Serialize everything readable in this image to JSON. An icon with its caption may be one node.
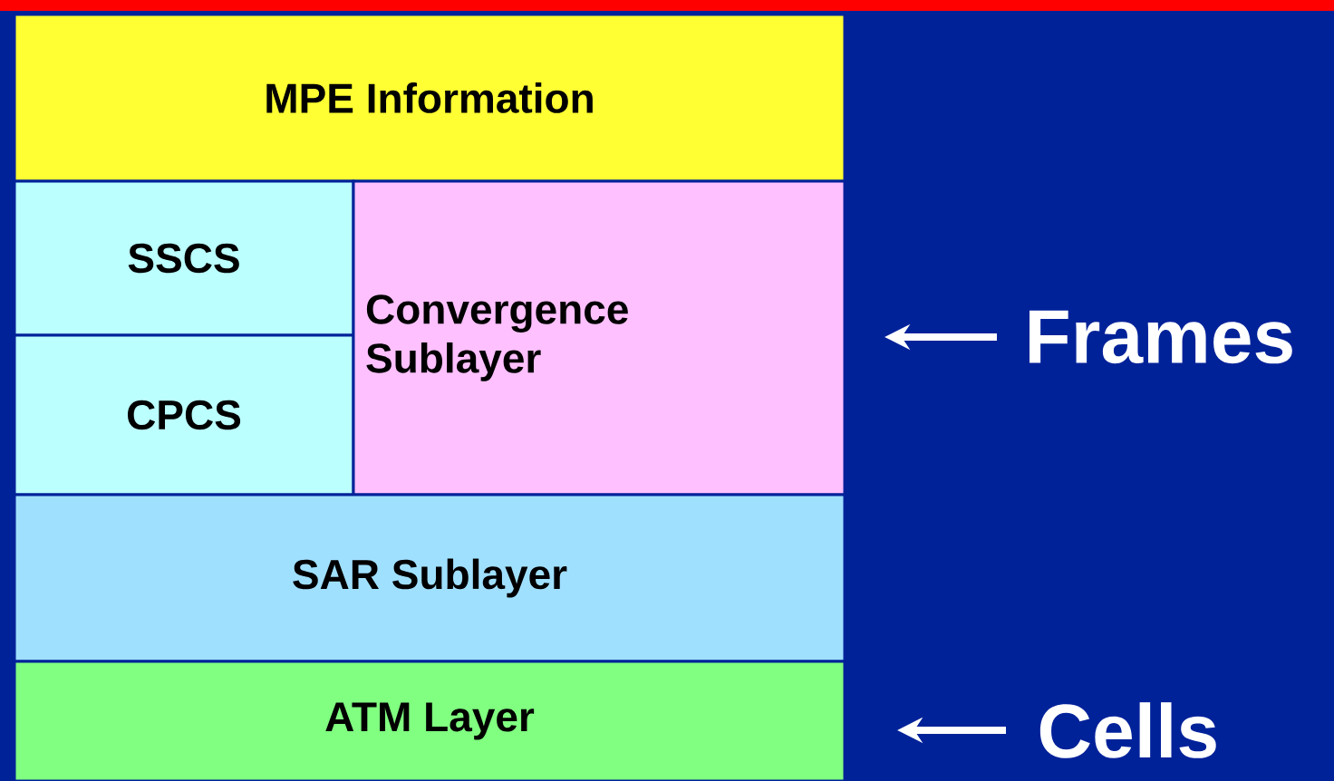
{
  "diagram": {
    "nodes": [
      {
        "text": [
          "MPE Information"
        ]
      },
      {
        "text": [
          "SSCS"
        ]
      },
      {
        "text": [
          "CPCS"
        ]
      },
      {
        "text": [
          "Convergence Sublayer"
        ]
      },
      {
        "text": [
          "SAR Sublayer"
        ]
      },
      {
        "text": [
          "ATM Layer"
        ]
      },
      {
        "text": [
          "Frames"
        ]
      },
      {
        "text": [
          "Cells"
        ]
      }
    ],
    "edges": [
      {
        "from": 6,
        "to": 3,
        "arrow": "to"
      },
      {
        "from": 7,
        "to": 5,
        "arrow": "to"
      }
    ]
  }
}
